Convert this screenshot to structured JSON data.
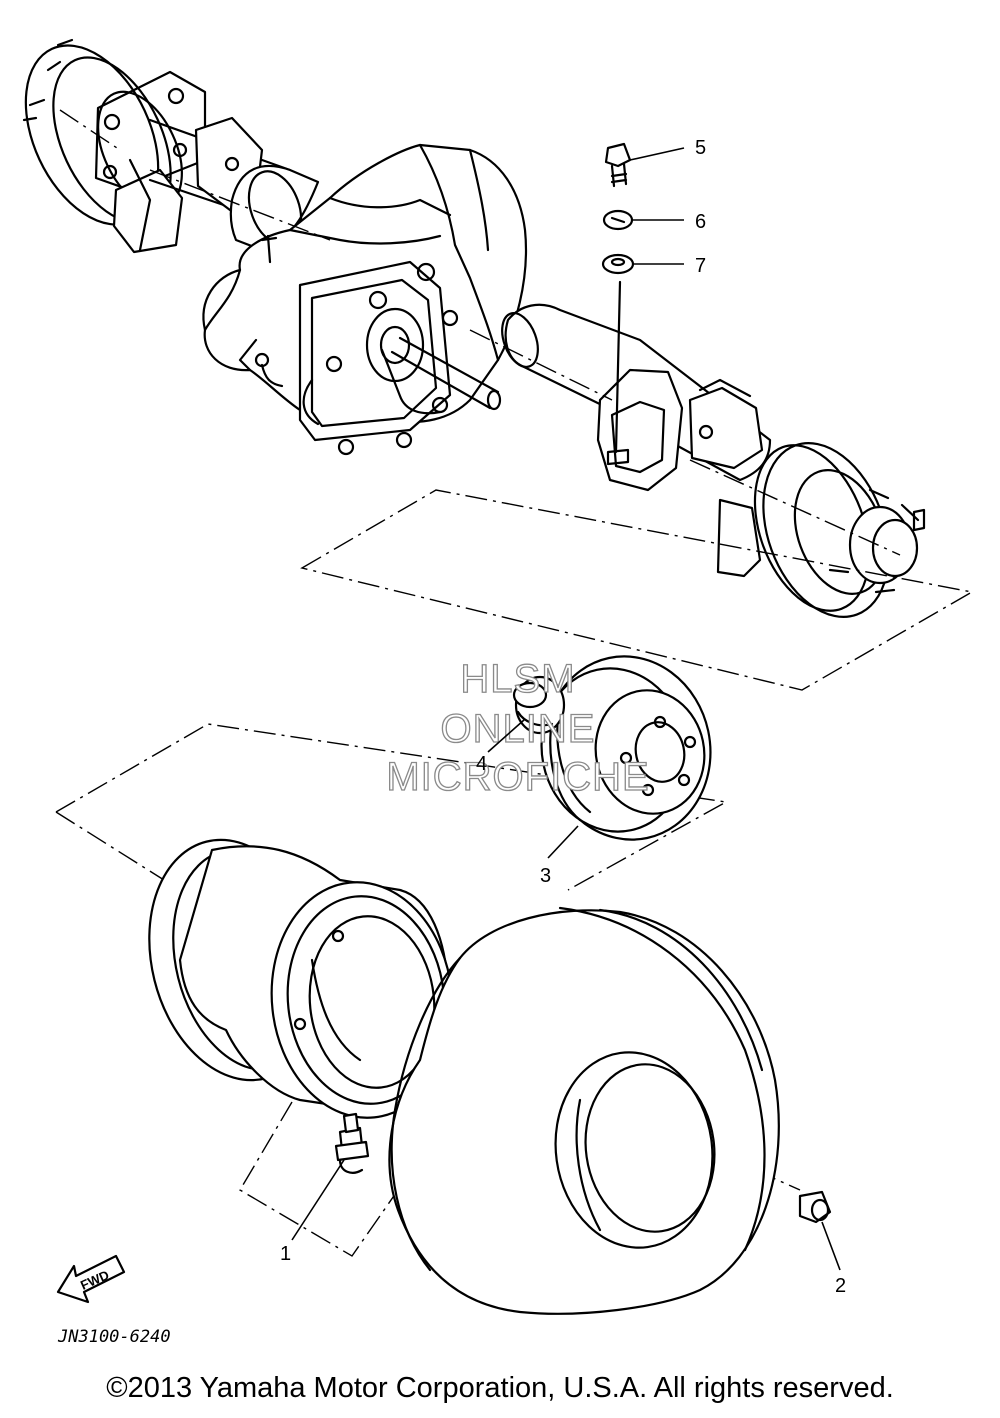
{
  "callouts": [
    {
      "number": "1"
    },
    {
      "number": "2"
    },
    {
      "number": "3"
    },
    {
      "number": "4"
    },
    {
      "number": "5"
    },
    {
      "number": "6"
    },
    {
      "number": "7"
    }
  ],
  "watermark": {
    "line1": "HLSM",
    "line2": "ONLINE",
    "line3": "MICROFICHE",
    "color": "#8a8a8a"
  },
  "direction_badge": "FWD",
  "diagram_code": "JN3100-6240",
  "copyright": "©2013 Yamaha Motor Corporation, U.S.A. All rights reserved."
}
